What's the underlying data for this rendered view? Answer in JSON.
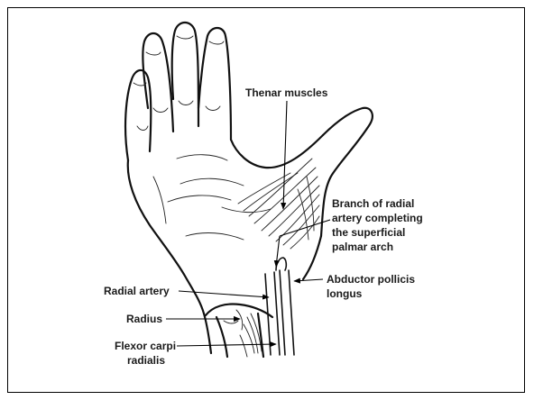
{
  "figure": {
    "labels": {
      "thenar_muscles": "Thenar muscles",
      "branch_radial_artery": [
        "Branch of radial",
        "artery completing",
        "the superficial",
        "palmar arch"
      ],
      "abductor_pollicis_longus": [
        "Abductor pollicis",
        "longus"
      ],
      "radial_artery": "Radial artery",
      "radius": "Radius",
      "flexor_carpi_radialis": [
        "Flexor carpi",
        "radialis"
      ]
    }
  }
}
